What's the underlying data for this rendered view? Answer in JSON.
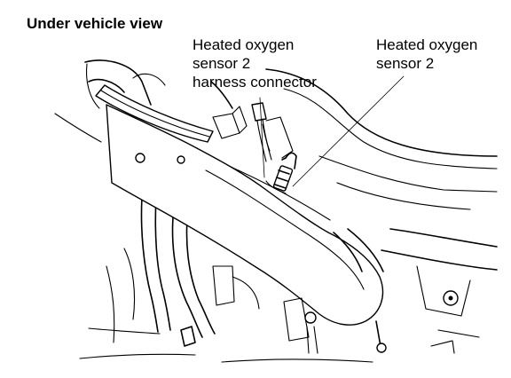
{
  "view_title": "Under vehicle view",
  "callouts": {
    "connector": {
      "line1": "Heated oxygen",
      "line2": "sensor 2",
      "line3": "harness connector"
    },
    "sensor": {
      "line1": "Heated oxygen",
      "line2": "sensor 2"
    }
  },
  "colors": {
    "ink": "#000000",
    "background": "#ffffff"
  }
}
